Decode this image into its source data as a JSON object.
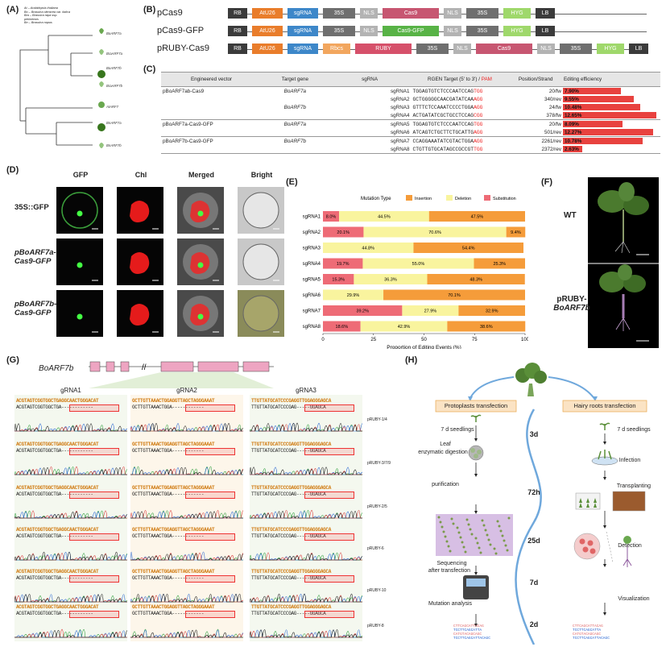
{
  "panels": {
    "A": "(A)",
    "B": "(B)",
    "C": "(C)",
    "D": "(D)",
    "E": "(E)",
    "F": "(F)",
    "G": "(G)",
    "H": "(H)"
  },
  "panelA": {
    "legend": [
      "At – Arabidopsis thaliana",
      "Bo – Brassica oleracea var. italica",
      "Bra – Brassica rapa ssp. pekinensis",
      "Bn – Brassica napus"
    ],
    "leaves": [
      "BoARF7a",
      "BraARF7a",
      "BoARF7b",
      "BraARF7b",
      "AtARF7",
      "BnARF7a",
      "BnARF7b"
    ]
  },
  "panelB": {
    "vectors": [
      {
        "name": "pCas9",
        "segments": [
          "RB",
          "AtU26",
          "sgRNA",
          "35S",
          "NLS",
          "Cas9",
          "NLS",
          "35S",
          "HYG",
          "LB"
        ]
      },
      {
        "name": "pCas9-GFP",
        "segments": [
          "RB",
          "AtU26",
          "sgRNA",
          "35S",
          "NLS",
          "Cas9-GFP",
          "NLS",
          "35S",
          "HYG",
          "LB"
        ]
      },
      {
        "name": "pRUBY-Cas9",
        "segments": [
          "RB",
          "AtU26",
          "sgRNA",
          "Rbcs",
          "RUBY",
          "35S",
          "NLS",
          "Cas9",
          "NLS",
          "35S",
          "HYG",
          "LB"
        ]
      }
    ]
  },
  "panelC": {
    "headers": [
      "Engineered vector",
      "Target gene",
      "sgRNA",
      "RGEN Target (5' to 3') / PAM",
      "Position/Strand",
      "Editing efficiency"
    ],
    "rows": [
      {
        "vector": "pBoARF7ab-Cas9",
        "gene": "BoARF7a",
        "sg": "sgRNA1",
        "target": "TGGAGTGTCTCCCAATCCAG",
        "pam": "TGG",
        "pos": "20/fw",
        "eff": "7.90%",
        "v": 7.9
      },
      {
        "vector": "",
        "gene": "",
        "sg": "sgRNA2",
        "target": "GCTGGGGGCAACGATATCAA",
        "pam": "AGG",
        "pos": "340/rev",
        "eff": "9.55%",
        "v": 9.55
      },
      {
        "vector": "",
        "gene": "BoARF7b",
        "sg": "sgRNA3",
        "target": "GTTTCTCCAAATCCCCTGGA",
        "pam": "AGG",
        "pos": "24/fw",
        "eff": "10.48%",
        "v": 10.48
      },
      {
        "vector": "",
        "gene": "",
        "sg": "sgRNA4",
        "target": "ACTGATATCGCTGCCTCCAG",
        "pam": "CGG",
        "pos": "378/fw",
        "eff": "12.65%",
        "v": 12.65
      },
      {
        "vector": "pBoARF7a-Cas9-GFP",
        "gene": "BoARF7a",
        "sg": "sgRNA5",
        "target": "TGGAGTGTCTCCCAATCCAG",
        "pam": "TGG",
        "pos": "20/fw",
        "eff": "8.09%",
        "v": 8.09
      },
      {
        "vector": "",
        "gene": "",
        "sg": "sgRNA6",
        "target": "ATCAGTCTGCTTCTGCATTG",
        "pam": "AGG",
        "pos": "501/rev",
        "eff": "12.27%",
        "v": 12.27
      },
      {
        "vector": "pBoARF7b-Cas9-GFP",
        "gene": "BoARF7b",
        "sg": "sgRNA7",
        "target": "CCAGGAAATATCGTACTGGA",
        "pam": "AGG",
        "pos": "2261/rev",
        "eff": "10.78%",
        "v": 10.78
      },
      {
        "vector": "",
        "gene": "",
        "sg": "sgRNA8",
        "target": "CTGTTGTGCATAGCCGCCGT",
        "pam": "TGG",
        "pos": "2372/rev",
        "eff": "2.63%",
        "v": 2.63
      }
    ]
  },
  "panelD": {
    "cols": [
      "GFP",
      "Chl",
      "Merged",
      "Bright"
    ],
    "rows": [
      "35S::GFP",
      "pBoARF7a-\nCas9-GFP",
      "pBoARF7b-\nCas9-GFP"
    ]
  },
  "chart_data": {
    "type": "bar",
    "orientation": "horizontal-stacked",
    "legend_title": "Mutation Type",
    "legend": [
      "Insertion",
      "Deletion",
      "Substitution"
    ],
    "colors": {
      "Insertion": "#f59c3a",
      "Deletion": "#f9f49e",
      "Substitution": "#ee6b76"
    },
    "xlabel": "Proportion of Editing Events (%)",
    "xlim": [
      0,
      100
    ],
    "xticks": [
      "0",
      "25",
      "50",
      "75",
      "100"
    ],
    "categories": [
      "sgRNA1",
      "sgRNA2",
      "sgRNA3",
      "sgRNA4",
      "sgRNA5",
      "sgRNA6",
      "sgRNA7",
      "sgRNA8"
    ],
    "series": [
      {
        "name": "Substitution",
        "values": [
          8.0,
          20.1,
          0,
          19.7,
          15.3,
          0,
          39.2,
          18.6
        ],
        "labels": [
          "8.0%",
          "20.1%",
          "",
          "19.7%",
          "15.3%",
          "",
          "39.2%",
          "18.6%"
        ]
      },
      {
        "name": "Deletion",
        "values": [
          44.5,
          70.6,
          44.8,
          55.0,
          36.3,
          29.9,
          27.9,
          42.9
        ],
        "labels": [
          "44.5%",
          "70.6%",
          "44.8%",
          "55.0%",
          "36.3%",
          "29.9%",
          "27.9%",
          "42.9%"
        ]
      },
      {
        "name": "Insertion",
        "values": [
          47.5,
          9.4,
          54.4,
          25.3,
          48.3,
          70.1,
          32.9,
          38.6
        ],
        "labels": [
          "47.5%",
          "9.4%",
          "54.4%",
          "25.3%",
          "48.3%",
          "70.1%",
          "32.9%",
          "38.6%"
        ]
      }
    ]
  },
  "panelF": {
    "wt": "WT",
    "ruby1": "pRUBY-",
    "ruby2": "BoARF7b"
  },
  "panelG": {
    "gene": "BoARF7b",
    "grnas": [
      "gRNA1",
      "gRNA2",
      "gRNA3"
    ],
    "rowLabels": [
      "pRUBY-1/4",
      "pRUBY-3/7/9",
      "pRUBY-2/5",
      "pRUBY-6",
      "pRUBY-10",
      "pRUBY-8"
    ],
    "ref": [
      "ACGTAGTCGGTGGCTGAGGCAACTGGGACAT",
      "GCTTGTTAAACTGGAGGTTAGCTAGGGAAAT",
      "TTGTTATGCATCCCGAGGTTGGAGGGAGCA"
    ],
    "mut": [
      "ACGTAGTCGGTGGCTGA------------",
      "GCTTGTTAAACTGGA------------",
      "TTGTTATGCATCCCGAG-----GGAGCA"
    ]
  },
  "panelH": {
    "left": "Protoplasts transfection",
    "right": "Hairy roots transfection",
    "l1": "7 d seedlings",
    "l2": "Leaf",
    "l3": "enzymatic digestion",
    "l4": "purification",
    "l5": "Sequencing",
    "l6": "after transfection",
    "l7": "Mutation analysis",
    "r1": "7 d seedlings",
    "r2": "Infection",
    "r3": "Transplanting",
    "r4": "Detection",
    "r5": "Visualization",
    "t1": "3d",
    "t2": "72h",
    "t3": "25d",
    "t4": "7d",
    "t5": "2d"
  }
}
